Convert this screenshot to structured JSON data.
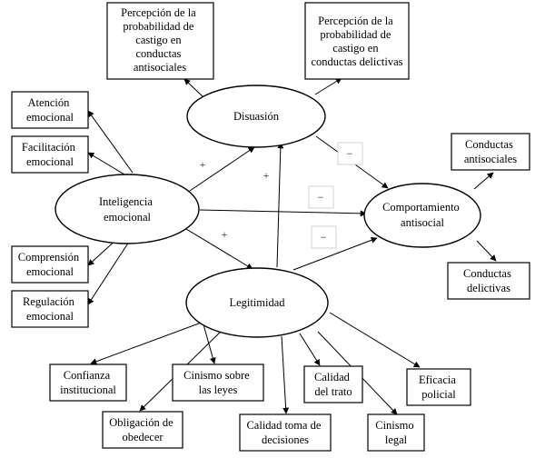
{
  "diagram": {
    "constructs": {
      "disuasion": "Disuasión",
      "inteligencia": [
        "Inteligencia",
        "emocional"
      ],
      "comportamiento": [
        "Comportamiento",
        "antisocial"
      ],
      "legitimidad": "Legitimidad"
    },
    "indicators": {
      "percepcion_antisociales": [
        "Percepción de la",
        "probabilidad de",
        "castigo en",
        "conductas",
        "antisociales"
      ],
      "percepcion_delictivas": [
        "Percepción de la",
        "probabilidad de",
        "castigo en",
        "conductas delictivas"
      ],
      "atencion": [
        "Atención",
        "emocional"
      ],
      "facilitacion": [
        "Facilitación",
        "emocional"
      ],
      "comprension": [
        "Comprensión",
        "emocional"
      ],
      "regulacion": [
        "Regulación",
        "emocional"
      ],
      "conductas_antisociales": [
        "Conductas",
        "antisociales"
      ],
      "conductas_delictivas": [
        "Conductas",
        "delictivas"
      ],
      "confianza": [
        "Confianza",
        "institucional"
      ],
      "obligacion": [
        "Obligación de",
        "obedecer"
      ],
      "cinismo_leyes": [
        "Cinismo sobre",
        "las leyes"
      ],
      "calidad_decisiones": [
        "Calidad toma de",
        "decisiones"
      ],
      "calidad_trato": [
        "Calidad",
        "del trato"
      ],
      "cinismo_legal": [
        "Cinismo",
        "legal"
      ],
      "eficacia": [
        "Eficacia",
        "policial"
      ]
    },
    "signs": {
      "ie_to_disuasion": "+",
      "leg_to_disuasion": "+",
      "ie_to_legitimidad": "+",
      "disuasion_to_comp": "−",
      "ie_to_comp": "−",
      "leg_to_comp": "−"
    }
  }
}
